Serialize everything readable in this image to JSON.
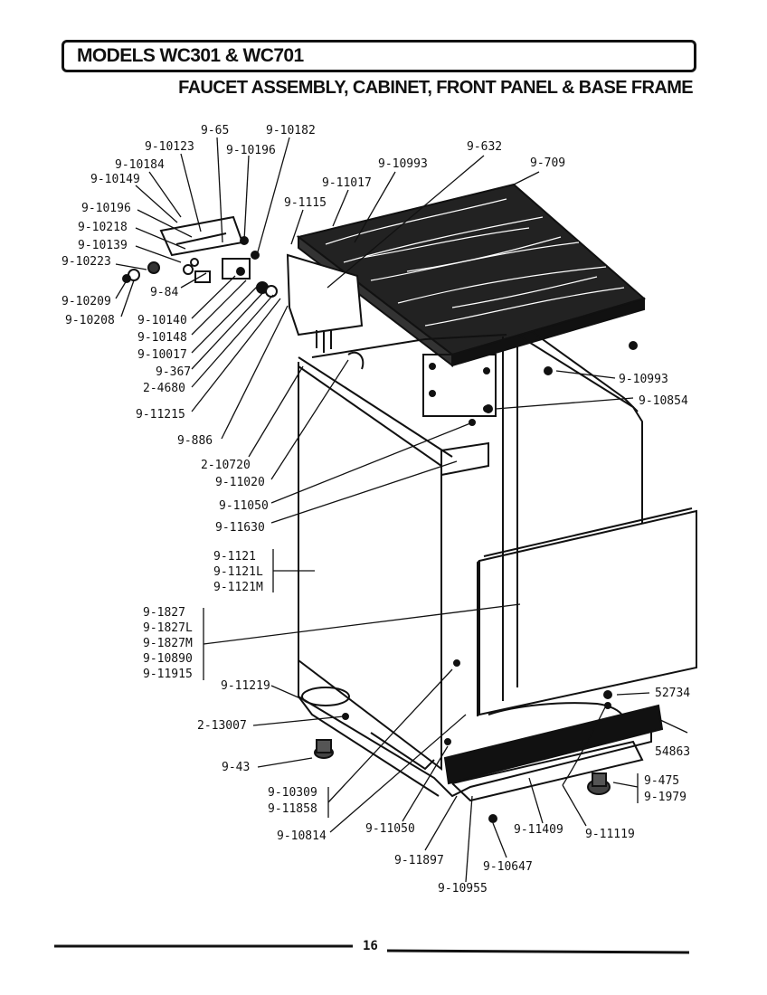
{
  "title": "MODELS WC301 & WC701",
  "subtitle": "FAUCET ASSEMBLY, CABINET, FRONT PANEL & BASE FRAME",
  "page_number": "16",
  "callouts": [
    "9-65",
    "9-10182",
    "9-10123",
    "9-10196",
    "9-10184",
    "9-10149",
    "9-10196",
    "9-10218",
    "9-10139",
    "9-10223",
    "9-84",
    "9-10209",
    "9-10208",
    "9-10140",
    "9-10148",
    "9-10017",
    "9-367",
    "2-4680",
    "9-11215",
    "9-886",
    "2-10720",
    "9-11020",
    "9-11050",
    "9-11630",
    "9-632",
    "9-709",
    "9-10993",
    "9-11017",
    "9-1115",
    "9-10993",
    "9-10854",
    "9-1121",
    "9-1121L",
    "9-1121M",
    "9-1827",
    "9-1827L",
    "9-1827M",
    "9-10890",
    "9-11915",
    "9-11219",
    "2-13007",
    "9-43",
    "9-10309",
    "9-11858",
    "9-10814",
    "9-11050",
    "9-11897",
    "9-10955",
    "9-10647",
    "9-11409",
    "9-11119",
    "54863",
    "52734",
    "9-475",
    "9-1979"
  ]
}
